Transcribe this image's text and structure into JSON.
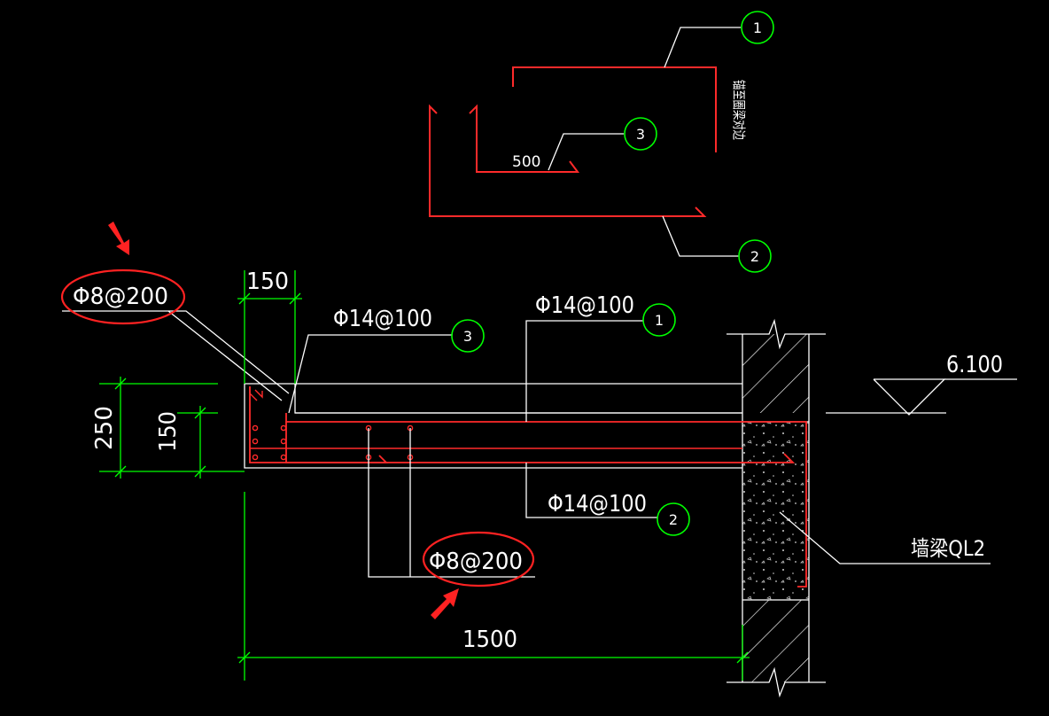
{
  "drawing": {
    "colors": {
      "background": "#000000",
      "outline": "#ffffff",
      "rebar": "#ff2a2a",
      "dimension": "#00ff00",
      "callout_circle": "#00ff00",
      "highlight": "#ff2222"
    },
    "detail_top": {
      "length_label": "500",
      "vertical_note": "锚至圈梁对边",
      "callouts": [
        "1",
        "3",
        "2"
      ]
    },
    "dimensions": {
      "top_width": "150",
      "slab_total_height": "250",
      "slab_inner_height": "150",
      "span_length": "1500"
    },
    "rebar_labels": {
      "top_left_distribution": "Φ8@200",
      "bar_3": "Φ14@100",
      "bar_1": "Φ14@100",
      "bar_2": "Φ14@100",
      "bottom_distribution": "Φ8@200"
    },
    "callout_numbers": {
      "bar_3": "3",
      "bar_1": "1",
      "bar_2": "2"
    },
    "elevation": "6.100",
    "wall_beam_label": "墙梁QL2"
  }
}
